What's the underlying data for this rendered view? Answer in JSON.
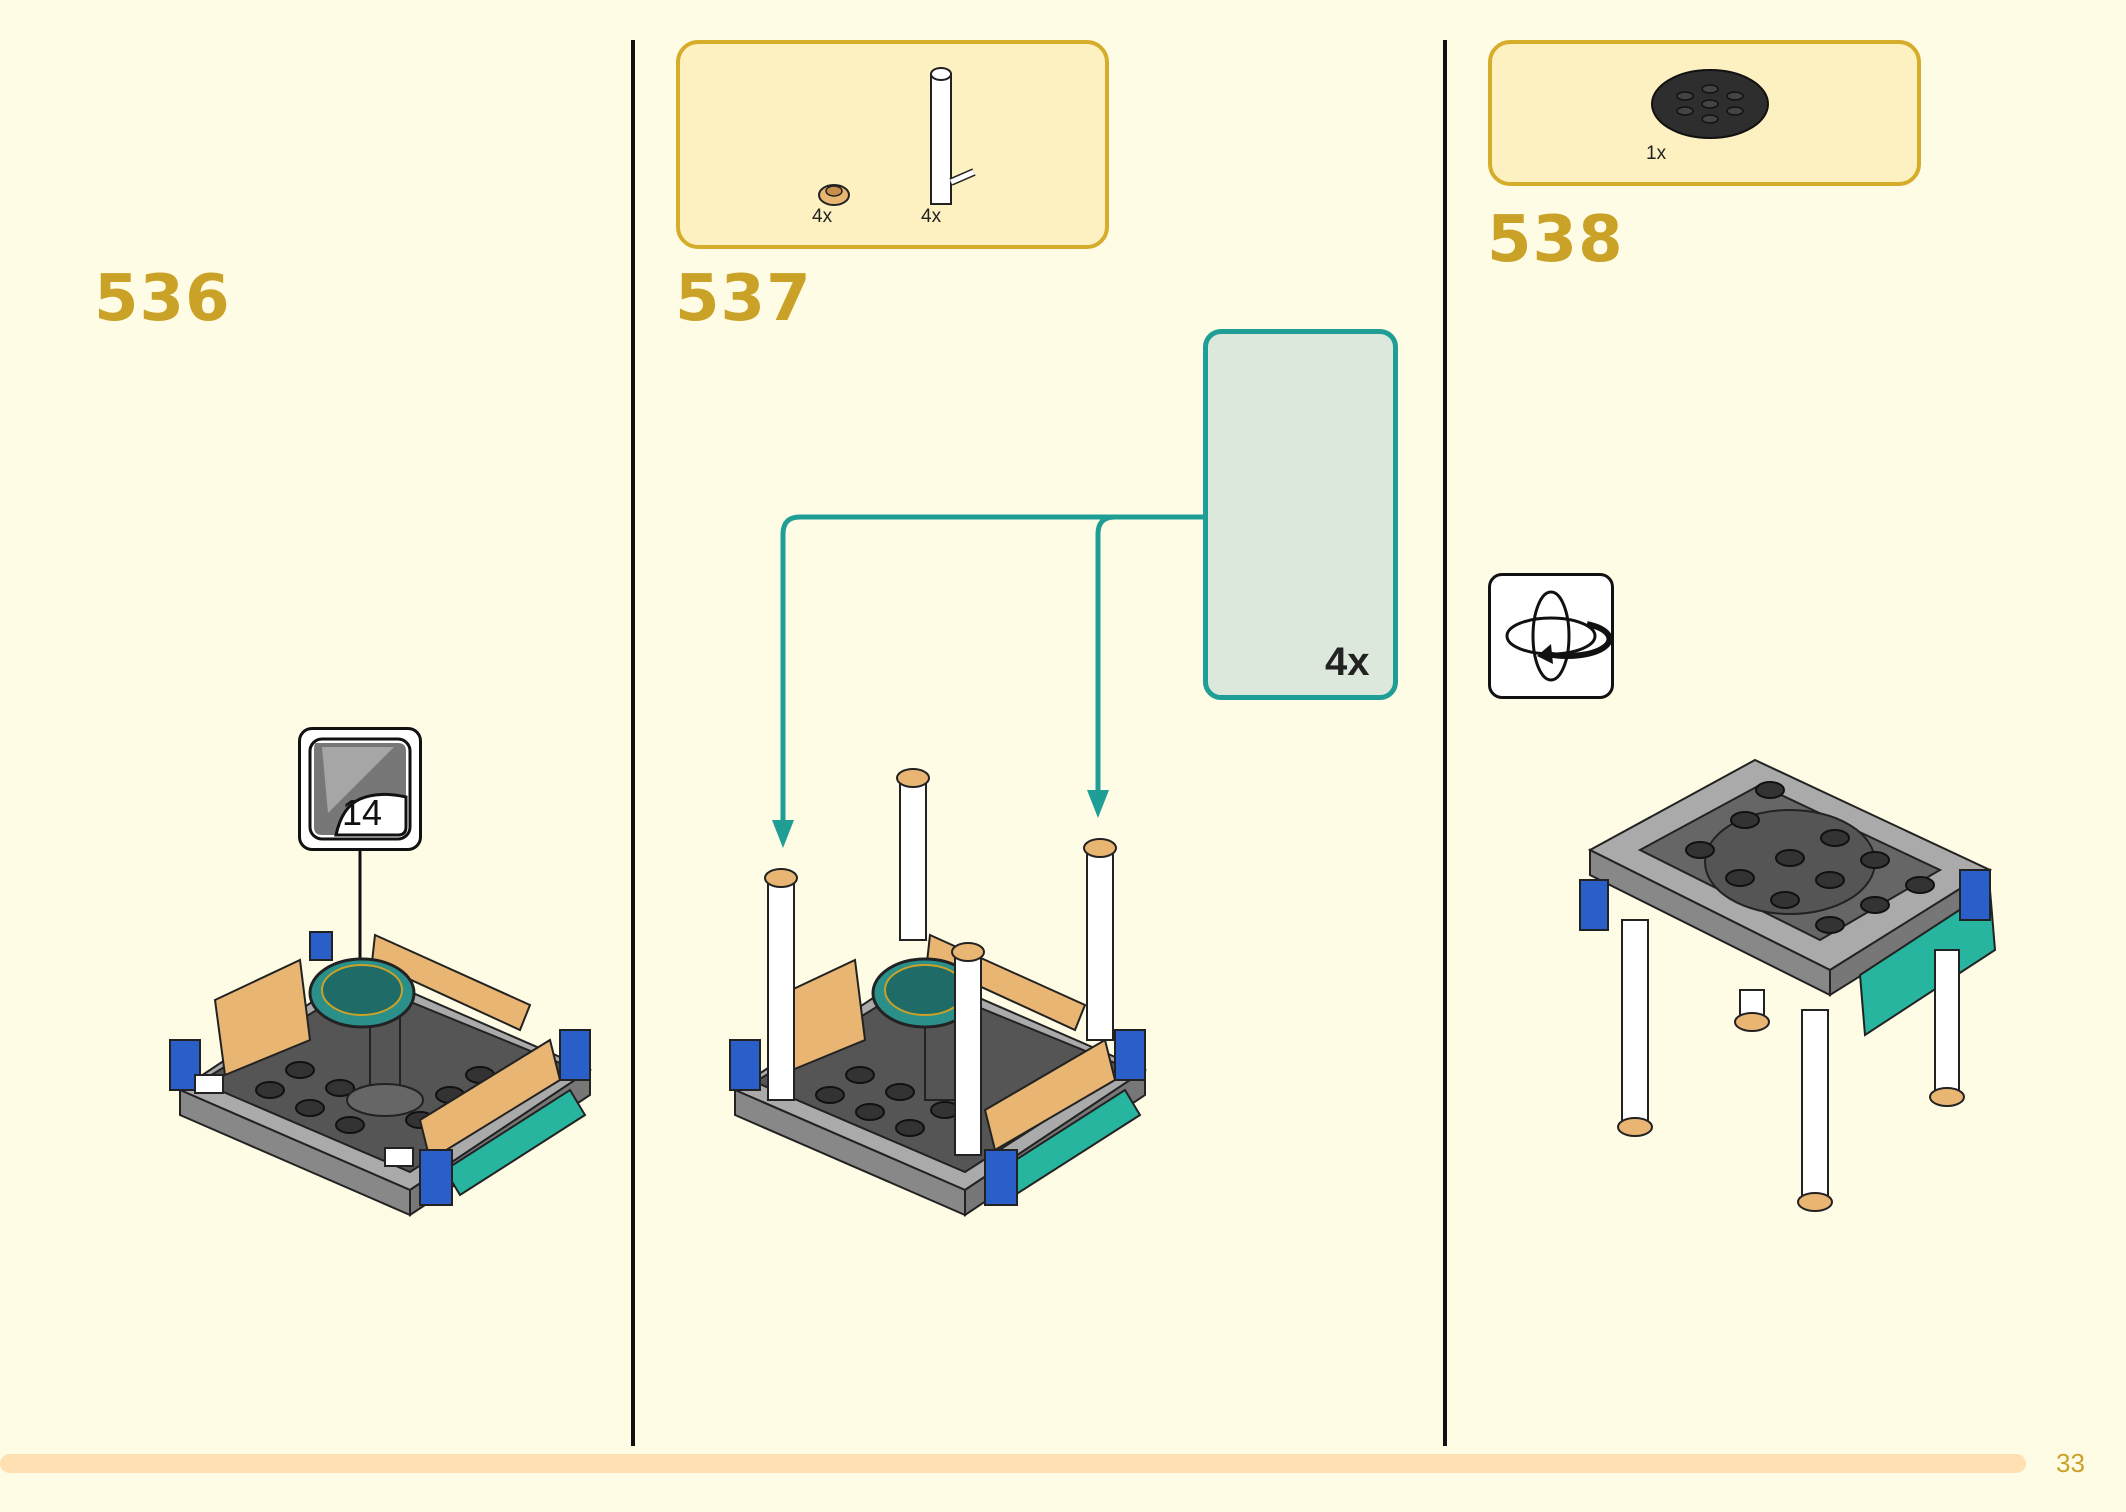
{
  "steps": [
    {
      "number": "536"
    },
    {
      "number": "537",
      "parts": [
        {
          "qty": "4x",
          "icon": "tan-round-plate-icon"
        },
        {
          "qty": "4x",
          "icon": "white-bar-holder-icon"
        }
      ],
      "callout_qty": "4x"
    },
    {
      "number": "538",
      "parts": [
        {
          "qty": "1x",
          "icon": "dark-grey-round-plate-icon"
        }
      ]
    }
  ],
  "sticker": {
    "number": "14",
    "icon": "sticker-icon"
  },
  "rotate": {
    "icon": "rotate-model-icon"
  },
  "page": {
    "number": "33"
  },
  "colors": {
    "step_number": "#c9a227",
    "callout_border": "#1f9e96",
    "parts_border": "#d5ad2b",
    "background": "#fffce6"
  }
}
